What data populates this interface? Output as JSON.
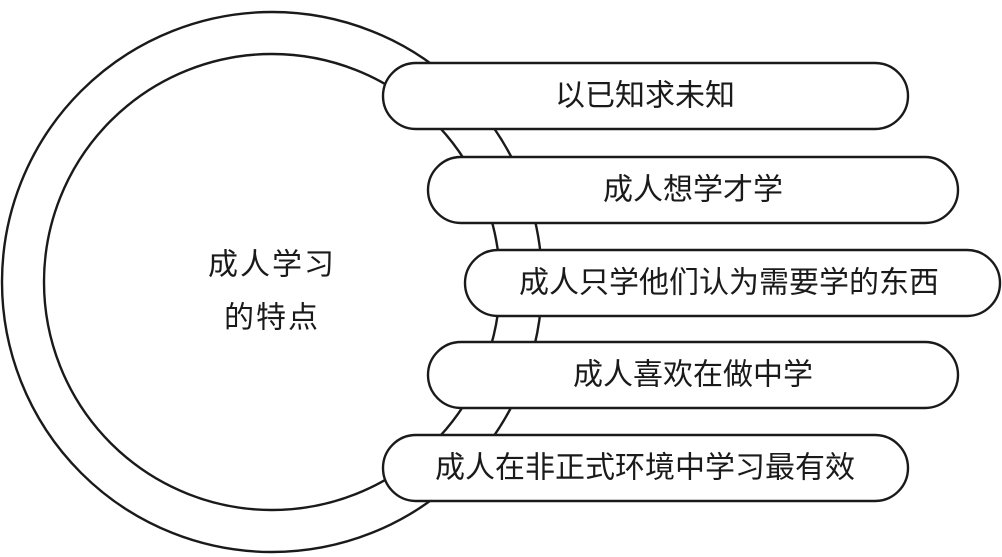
{
  "center": {
    "line1": "成人学习",
    "line2": "的特点"
  },
  "items": [
    "以已知求未知",
    "成人想学才学",
    "成人只学他们认为需要学的东西",
    "成人喜欢在做中学",
    "成人在非正式环境中学习最有效"
  ],
  "colors": {
    "stroke": "#1a1a1a",
    "fill": "#ffffff"
  }
}
